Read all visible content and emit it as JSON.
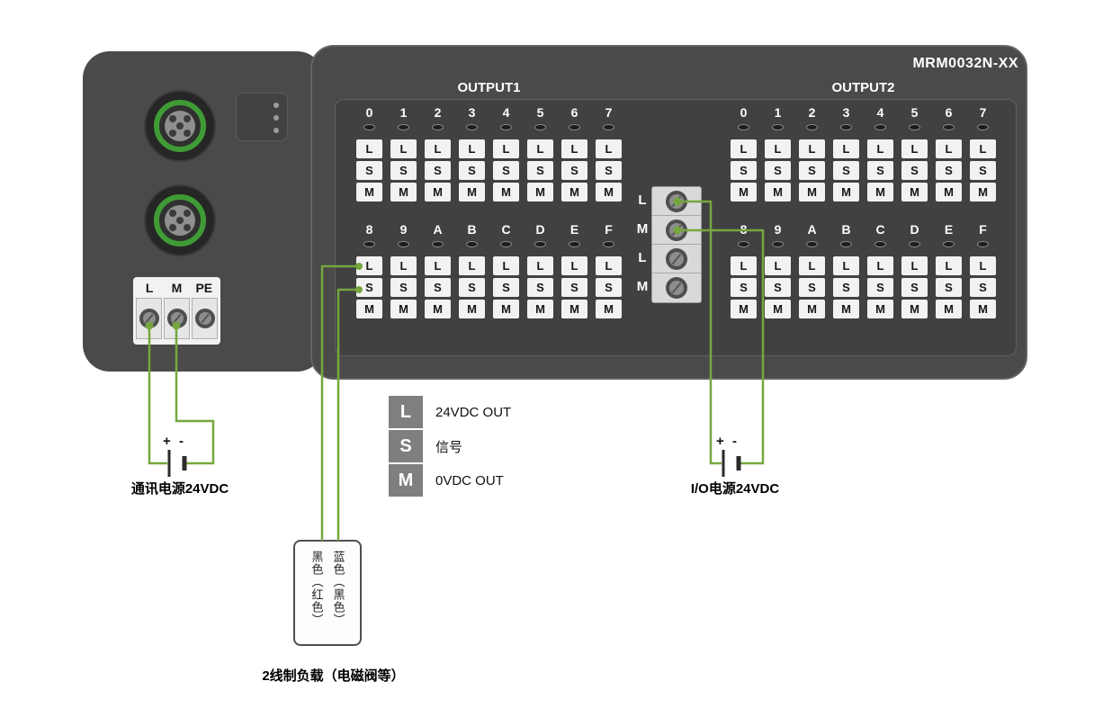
{
  "device": {
    "model": "MRM0032N-XX",
    "outputs": [
      {
        "label": "OUTPUT1"
      },
      {
        "label": "OUTPUT2"
      }
    ],
    "row1_channels": [
      "0",
      "1",
      "2",
      "3",
      "4",
      "5",
      "6",
      "7"
    ],
    "row2_channels": [
      "8",
      "9",
      "A",
      "B",
      "C",
      "D",
      "E",
      "F"
    ],
    "terminal_letters": [
      "L",
      "S",
      "M"
    ],
    "comm_terminal_labels": [
      "L",
      "M",
      "PE"
    ],
    "io_terminal_labels": [
      "L",
      "M",
      "L",
      "M"
    ]
  },
  "legend": {
    "items": [
      {
        "key": "L",
        "label": "24VDC OUT"
      },
      {
        "key": "S",
        "label": "信号"
      },
      {
        "key": "M",
        "label": "0VDC OUT"
      }
    ]
  },
  "annotations": {
    "comm_power": {
      "plus": "+",
      "minus": "-",
      "label": "通讯电源24VDC"
    },
    "io_power": {
      "plus": "+",
      "minus": "-",
      "label": "I/O电源24VDC"
    },
    "load": {
      "wire_left": "黑色（红色）",
      "wire_right": "蓝色（黑色）",
      "label": "2线制负载（电磁阀等）"
    }
  },
  "colors": {
    "wire_green": "#76a73f",
    "ring_green": "#3f9b35",
    "body_gray": "#4a4a4a"
  }
}
